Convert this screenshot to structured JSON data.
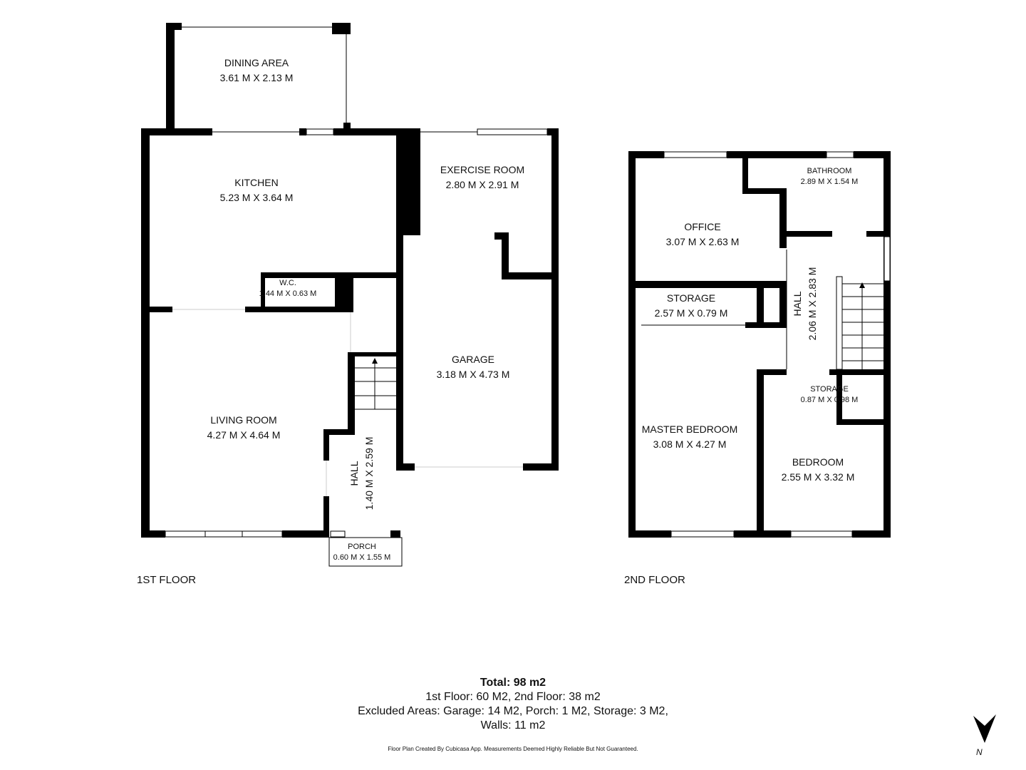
{
  "rooms": {
    "dining": {
      "name": "DINING AREA",
      "dim": "3.61 M X 2.13 M"
    },
    "kitchen": {
      "name": "KITCHEN",
      "dim": "5.23 M X 3.64 M"
    },
    "exercise": {
      "name": "EXERCISE ROOM",
      "dim": "2.80 M X 2.91 M"
    },
    "wc": {
      "name": "W.C.",
      "dim": "1.44 M X 0.63 M"
    },
    "garage": {
      "name": "GARAGE",
      "dim": "3.18 M X 4.73 M"
    },
    "living": {
      "name": "LIVING ROOM",
      "dim": "4.27 M X 4.64 M"
    },
    "hall1": {
      "name": "HALL",
      "dim": "1.40 M X 2.59 M"
    },
    "porch": {
      "name": "PORCH",
      "dim": "0.60 M X 1.55 M"
    },
    "office": {
      "name": "OFFICE",
      "dim": "3.07 M X 2.63 M"
    },
    "bathroom": {
      "name": "BATHROOM",
      "dim": "2.89 M X 1.54 M"
    },
    "storage1": {
      "name": "STORAGE",
      "dim": "2.57 M X 0.79 M"
    },
    "hall2": {
      "name": "HALL",
      "dim": "2.06 M X 2.83 M"
    },
    "storage2": {
      "name": "STORAGE",
      "dim": "0.87 M X 0.98 M"
    },
    "master": {
      "name": "MASTER BEDROOM",
      "dim": "3.08 M X 4.27 M"
    },
    "bedroom": {
      "name": "BEDROOM",
      "dim": "2.55 M X 3.32 M"
    }
  },
  "floors": {
    "first": "1ST FLOOR",
    "second": "2ND FLOOR"
  },
  "totals": {
    "total": "Total: 98 m2",
    "line1": "1st Floor: 60 M2, 2nd Floor: 38 m2",
    "line2": "Excluded Areas: Garage: 14 M2, Porch: 1 M2, Storage: 3 M2,",
    "line3": "Walls: 11 m2"
  },
  "credit": "Floor Plan Created By Cubicasa App. Measurements Deemed Highly Reliable But Not Guaranteed.",
  "compass": {
    "label": "N"
  },
  "colors": {
    "wall": "#000000",
    "window": "#ffffff",
    "background": "#ffffff"
  }
}
